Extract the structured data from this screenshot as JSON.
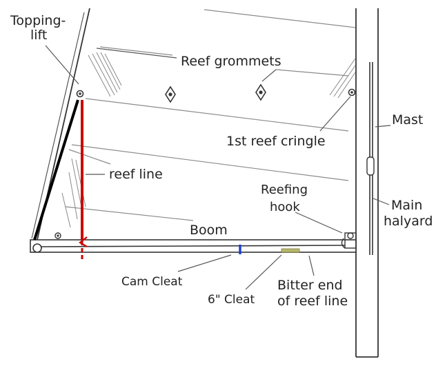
{
  "labels": {
    "topping_lift_1": "Topping-",
    "topping_lift_2": "lift",
    "reef_grommets": "Reef grommets",
    "first_reef_cringle": "1st reef cringle",
    "mast": "Mast",
    "reef_line": "reef line",
    "reefing_hook_1": "Reefing",
    "reefing_hook_2": "hook",
    "main_halyard_1": "Main",
    "main_halyard_2": "halyard",
    "boom": "Boom",
    "cam_cleat": "Cam Cleat",
    "six_inch_cleat": "6\" Cleat",
    "bitter_end_1": "Bitter end",
    "bitter_end_2": "of reef line"
  },
  "colors": {
    "line_art": "#333333",
    "reef_line": "#cc0000",
    "topping_lift_highlight": "#000000",
    "cam_cleat_marker": "#1a3fd0",
    "bitter_end_marker": "#b8b86a"
  }
}
